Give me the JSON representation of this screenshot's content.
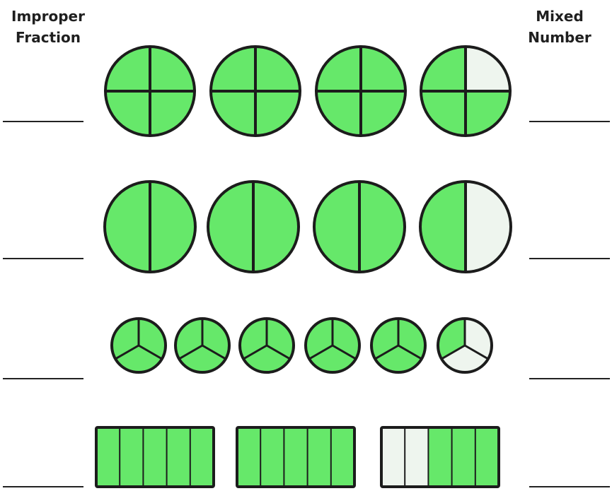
{
  "headers": {
    "left_line1": "Improper",
    "left_line2": "Fraction",
    "right_line1": "Mixed",
    "right_line2": "Number"
  },
  "colors": {
    "shaded": "#66e86a",
    "unshaded": "#eef5ee",
    "outline": "#1c1c1c"
  },
  "rows": [
    {
      "shape": "circle",
      "parts_per_whole": 4,
      "wholes": 4,
      "shaded_parts": 15
    },
    {
      "shape": "circle",
      "parts_per_whole": 2,
      "wholes": 4,
      "shaded_parts": 7
    },
    {
      "shape": "circle",
      "parts_per_whole": 3,
      "wholes": 6,
      "shaded_parts": 16
    },
    {
      "shape": "rectangle",
      "parts_per_whole": 5,
      "wholes": 3,
      "shaded_parts": 13
    }
  ]
}
